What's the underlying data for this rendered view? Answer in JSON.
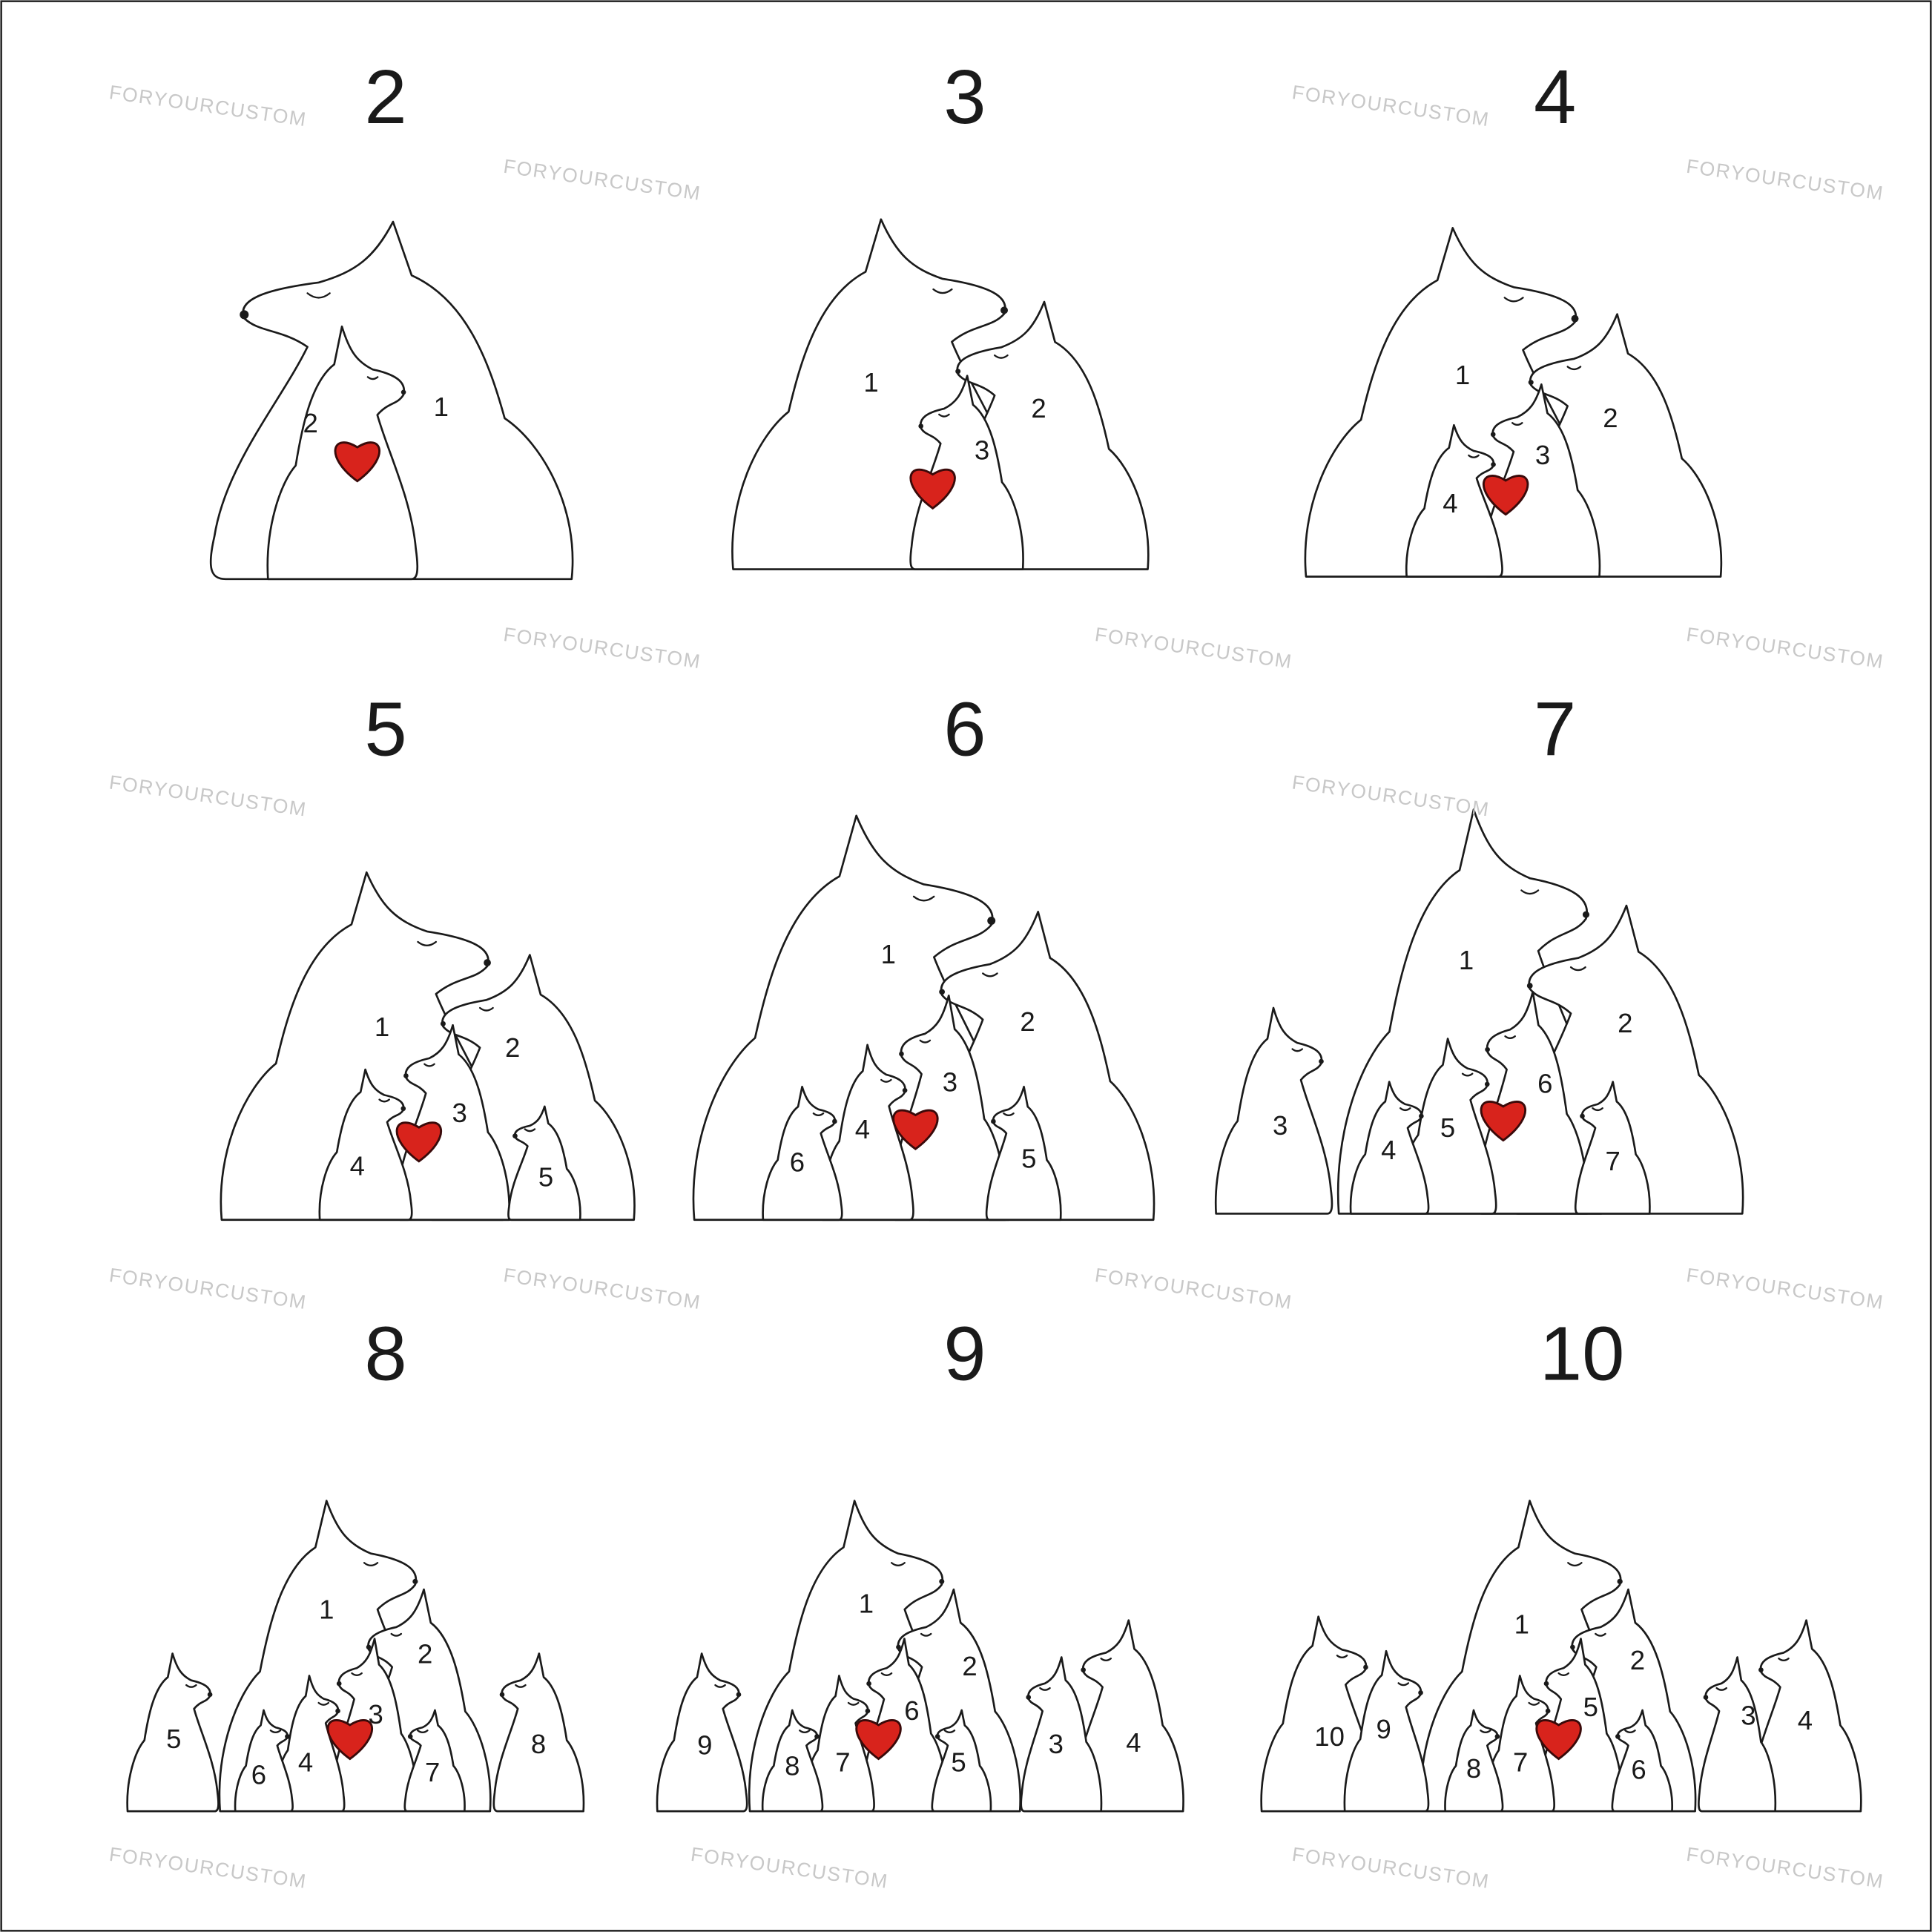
{
  "watermark": "FORYOURCUSTOM",
  "colors": {
    "heart": "#d8231c",
    "outline": "#1a1a1a",
    "watermark": "#c8c8c8",
    "background": "#ffffff"
  },
  "panels": [
    {
      "title": "2",
      "labels": [
        "1",
        "2"
      ]
    },
    {
      "title": "3",
      "labels": [
        "1",
        "2",
        "3"
      ]
    },
    {
      "title": "4",
      "labels": [
        "1",
        "2",
        "3",
        "4"
      ]
    },
    {
      "title": "5",
      "labels": [
        "1",
        "2",
        "3",
        "4",
        "5"
      ]
    },
    {
      "title": "6",
      "labels": [
        "1",
        "2",
        "3",
        "4",
        "5",
        "6"
      ]
    },
    {
      "title": "7",
      "labels": [
        "1",
        "2",
        "3",
        "4",
        "5",
        "6",
        "7"
      ]
    },
    {
      "title": "8",
      "labels": [
        "1",
        "2",
        "3",
        "4",
        "5",
        "6",
        "7",
        "8"
      ]
    },
    {
      "title": "9",
      "labels": [
        "1",
        "2",
        "3",
        "4",
        "5",
        "6",
        "7",
        "8",
        "9"
      ]
    },
    {
      "title": "10",
      "labels": [
        "1",
        "2",
        "3",
        "4",
        "5",
        "6",
        "7",
        "8",
        "9",
        "10"
      ]
    }
  ]
}
